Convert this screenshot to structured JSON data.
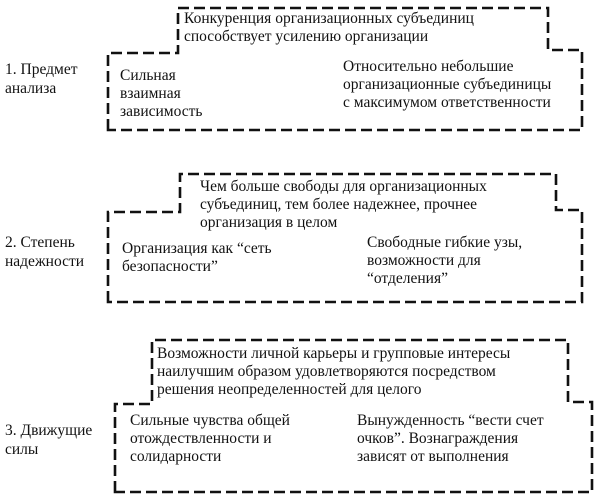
{
  "sections": [
    {
      "label": "1. Предмет\nанализа",
      "header": "Конкуренция организационных субъединиц\nспособствует усилению организации",
      "left": "Сильная\nвзаимная\nзависимость",
      "right": "Относительно небольшие\nорганизационные субъединицы\nс максимумом ответственности"
    },
    {
      "label": "2. Степень\nнадежности",
      "header": "Чем больше свободы для организационных\nсубъединиц, тем более надежнее, прочнее\nорганизация в целом",
      "left": "Организация как “сеть\nбезопасности”",
      "right": "Свободные гибкие узы,\nвозможности для\n“отделения”"
    },
    {
      "label": "3. Движущие\nсилы",
      "header": "Возможности личной карьеры и групповые интересы\nнаилучшим образом удовлетворяются посредством\nрешения неопределенностей для целого",
      "left": "Сильные чувства общей\nотождествленности и\nсолидарности",
      "right": "Вынужденность “вести счет\nочков”. Вознаграждения\nзависят от выполнения"
    }
  ]
}
